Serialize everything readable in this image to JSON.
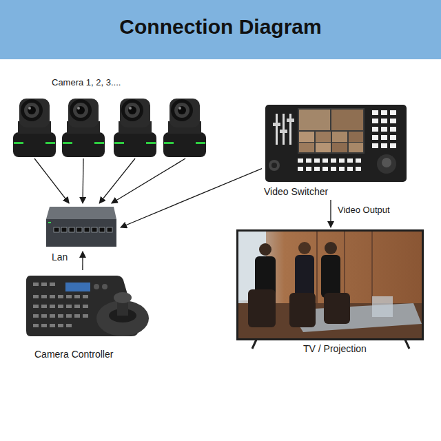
{
  "diagram": {
    "title": "Connection Diagram",
    "nodes": [
      {
        "text": [
          "Camera 1, 2, 3...."
        ]
      },
      {
        "text": [
          "Video Switcher"
        ]
      },
      {
        "text": [
          "Lan"
        ]
      },
      {
        "text": [
          "Camera Controller"
        ]
      },
      {
        "text": [
          "TV / Projection"
        ]
      }
    ],
    "edges": [
      {
        "from": 0,
        "to": 2,
        "arrow": "to"
      },
      {
        "from": 0,
        "to": 2,
        "arrow": "to"
      },
      {
        "from": 0,
        "to": 2,
        "arrow": "to"
      },
      {
        "from": 0,
        "to": 2,
        "arrow": "to"
      },
      {
        "from": 1,
        "to": 2,
        "arrow": "to"
      },
      {
        "from": 3,
        "to": 2,
        "arrow": "to"
      },
      {
        "from": 1,
        "to": 4,
        "label": "Video Output",
        "arrow": "to"
      }
    ]
  }
}
